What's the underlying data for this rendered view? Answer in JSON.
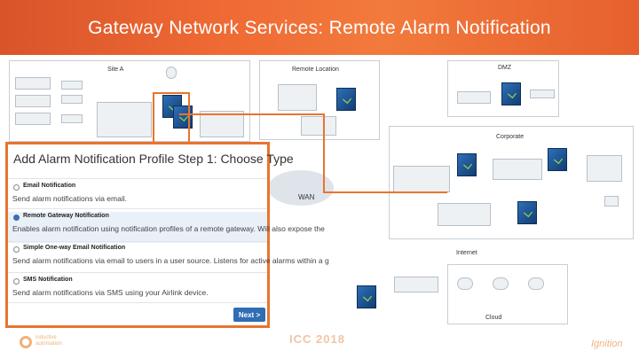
{
  "banner": {
    "title": "Gateway Network Services: Remote Alarm Notification"
  },
  "diagram": {
    "site_a_label": "Site A",
    "remote_location_label": "Remote Location",
    "dmz_label": "DMZ",
    "corporate_label": "Corporate",
    "wan_label": "WAN",
    "cloud_label": "Cloud",
    "internet_label": "Internet"
  },
  "dialog": {
    "title": "Add Alarm Notification Profile Step 1: Choose Type",
    "options": [
      {
        "title": "Email Notification",
        "desc": "Send alarm notifications via email.",
        "selected": false
      },
      {
        "title": "Remote Gateway Notification",
        "desc": "Enables alarm notification using notification profiles of a remote gateway. Will also expose the",
        "selected": true
      },
      {
        "title": "Simple One-way Email Notification",
        "desc": "Send alarm notifications via email to users in a user source. Listens for active alarms within a g",
        "selected": false
      },
      {
        "title": "SMS Notification",
        "desc": "Send alarm notifications via SMS using your Airlink device.",
        "selected": false
      }
    ],
    "next_label": "Next >"
  },
  "footer": {
    "left_logo": "inductive automation",
    "center_logo": "ICC 2018",
    "right_logo": "Ignition"
  },
  "colors": {
    "accent": "#e8742f",
    "button": "#2f6db5",
    "server": "#1f5596"
  }
}
